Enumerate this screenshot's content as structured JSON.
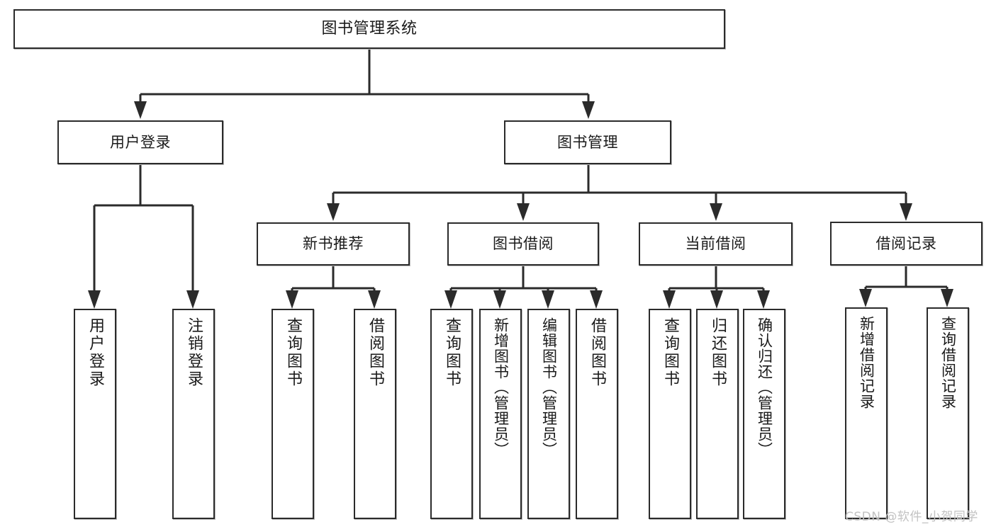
{
  "diagram": {
    "title": "图书管理系统",
    "type": "tree-hierarchy-chart",
    "orientation": "top-down",
    "colors": {
      "box_border": "#2b2b2b",
      "box_fill": "#ffffff",
      "edge": "#2b2b2b",
      "text": "#1a1a1a",
      "watermark": "#c2c2c2",
      "background": "#ffffff"
    },
    "watermark": "CSDN @软件_小贺同学",
    "nodes": {
      "root": {
        "label": "图书管理系统"
      },
      "level1": [
        {
          "label": "用户登录"
        },
        {
          "label": "图书管理"
        }
      ],
      "level2": [
        {
          "label": "新书推荐"
        },
        {
          "label": "图书借阅"
        },
        {
          "label": "当前借阅"
        },
        {
          "label": "借阅记录"
        }
      ],
      "leaves_user_login": [
        {
          "label": "用户登录"
        },
        {
          "label": "注销登录"
        }
      ],
      "leaves_new_books": [
        {
          "label": "查询图书"
        },
        {
          "label": "借阅图书"
        }
      ],
      "leaves_borrow": [
        {
          "label": "查询图书"
        },
        {
          "label": "新增图书（管理员）"
        },
        {
          "label": "编辑图书（管理员）"
        },
        {
          "label": "借阅图书"
        }
      ],
      "leaves_current": [
        {
          "label": "查询图书"
        },
        {
          "label": "归还图书"
        },
        {
          "label": "确认归还（管理员）"
        }
      ],
      "leaves_records": [
        {
          "label": "新增借阅记录"
        },
        {
          "label": "查询借阅记录"
        }
      ]
    }
  }
}
